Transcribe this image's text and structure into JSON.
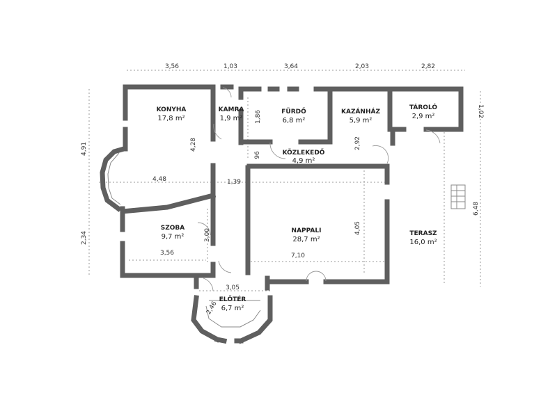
{
  "rooms": [
    {
      "id": "konyha",
      "name": "KONYHA",
      "area": "17,8 m²"
    },
    {
      "id": "kamra",
      "name": "KAMRA",
      "area": "1,9 m²"
    },
    {
      "id": "furdo",
      "name": "FÜRDŐ",
      "area": "6,8 m²"
    },
    {
      "id": "kazanhaz",
      "name": "KAZÁNHÁZ",
      "area": "5,9 m²"
    },
    {
      "id": "tarolo",
      "name": "TÁROLÓ",
      "area": "2,9 m²"
    },
    {
      "id": "kozlekedo",
      "name": "KÖZLEKEDŐ",
      "area": "4,9 m²"
    },
    {
      "id": "szoba",
      "name": "SZOBA",
      "area": "9,7 m²"
    },
    {
      "id": "nappali",
      "name": "NAPPALI",
      "area": "28,7 m²"
    },
    {
      "id": "terasz",
      "name": "TERASZ",
      "area": "16,0 m²"
    },
    {
      "id": "eloter",
      "name": "ELŐTÉR",
      "area": "6,7 m²"
    }
  ],
  "dimensions": {
    "top": [
      "3,56",
      "1,03",
      "3,64",
      "2,03",
      "2,82"
    ],
    "left_upper": "4,91",
    "left_lower": "2,34",
    "right_upper": "1,02",
    "right_lower": "6,48",
    "konyha_height": "4,28",
    "kamra_height": "1,86",
    "kozlekedo_gap": "96",
    "kazanhaz_height": "2,92",
    "hall_width": "4,48",
    "hall_gap": "1,39",
    "nappali_height": "4,05",
    "nappali_width": "7,10",
    "szoba_width": "3,56",
    "szoba_height": "3,00",
    "eloter_width": "3,05",
    "eloter_height": "2,46"
  }
}
